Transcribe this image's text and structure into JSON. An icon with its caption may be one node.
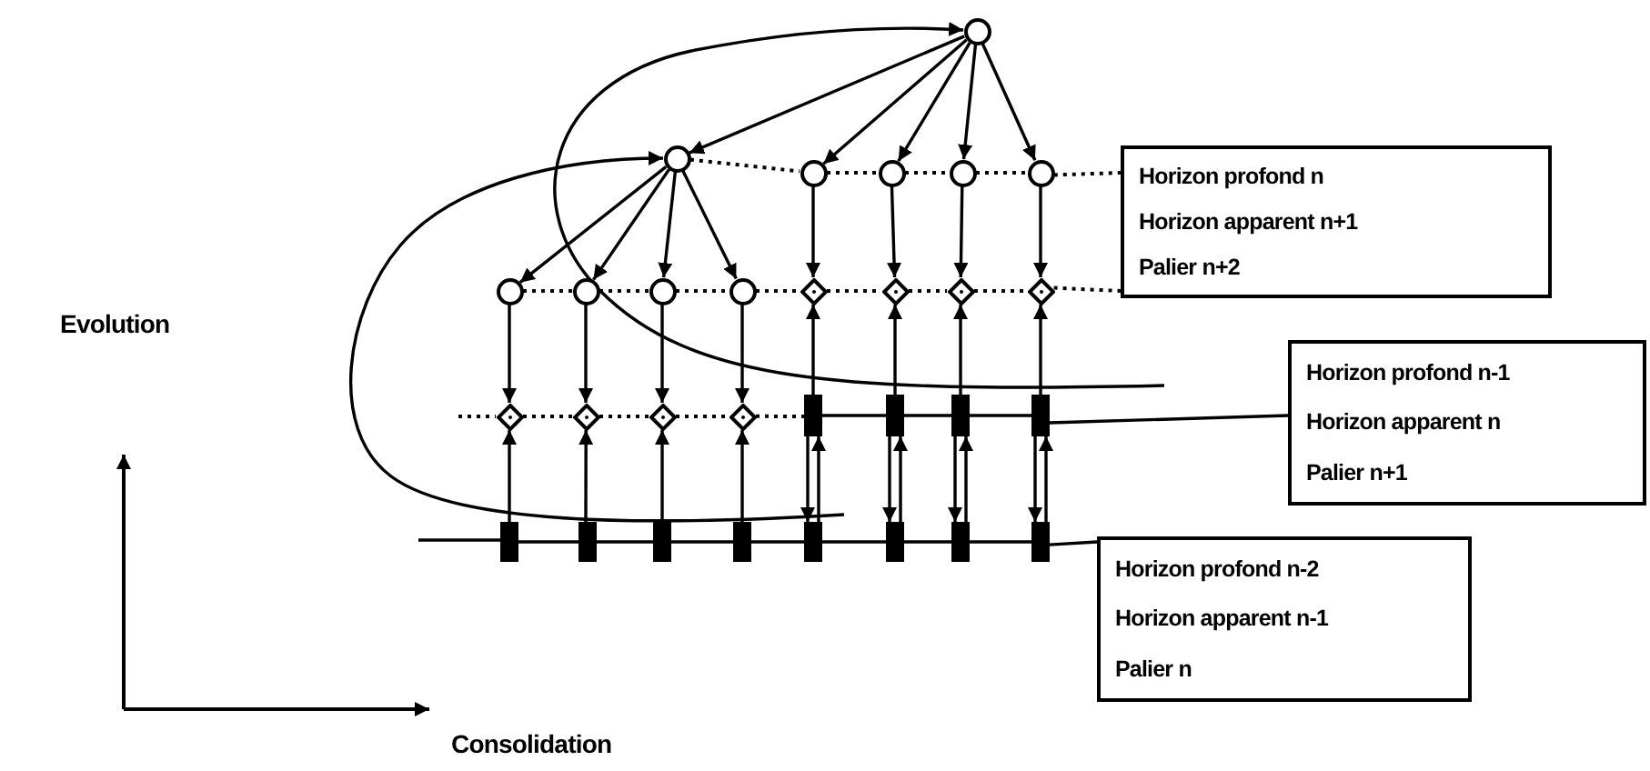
{
  "diagram": {
    "nodes": [
      {
        "text": [],
        "shape": "circle"
      },
      {
        "text": [],
        "shape": "circle"
      },
      {
        "text": [],
        "shape": "circle"
      },
      {
        "text": [],
        "shape": "circle"
      },
      {
        "text": [],
        "shape": "circle"
      },
      {
        "text": [],
        "shape": "circle"
      },
      {
        "text": [],
        "shape": "circle"
      },
      {
        "text": [],
        "shape": "circle"
      },
      {
        "text": [],
        "shape": "circle"
      },
      {
        "text": [],
        "shape": "circle"
      },
      {
        "text": [],
        "shape": "diamond"
      },
      {
        "text": [],
        "shape": "diamond"
      },
      {
        "text": [],
        "shape": "diamond"
      },
      {
        "text": [],
        "shape": "diamond"
      },
      {
        "text": [],
        "shape": "diamond"
      },
      {
        "text": [],
        "shape": "diamond"
      },
      {
        "text": [],
        "shape": "diamond"
      },
      {
        "text": [],
        "shape": "diamond"
      },
      {
        "text": [],
        "shape": "bar"
      },
      {
        "text": [],
        "shape": "bar"
      },
      {
        "text": [],
        "shape": "bar"
      },
      {
        "text": [],
        "shape": "bar"
      },
      {
        "text": [],
        "shape": "bar"
      },
      {
        "text": [],
        "shape": "bar"
      },
      {
        "text": [],
        "shape": "bar"
      },
      {
        "text": [],
        "shape": "bar"
      },
      {
        "text": [],
        "shape": "bar"
      },
      {
        "text": [],
        "shape": "bar"
      },
      {
        "text": [],
        "shape": "bar"
      },
      {
        "text": [],
        "shape": "bar"
      },
      {
        "text": [
          "Horizon profond n",
          "Horizon apparent n+1",
          "Palier n+2"
        ]
      },
      {
        "text": [
          "Horizon profond n-1",
          "Horizon apparent n",
          "Palier n+1"
        ]
      },
      {
        "text": [
          "Horizon profond n-2",
          "Horizon apparent n-1",
          "Palier n"
        ]
      }
    ],
    "edges": [
      {
        "from": 0,
        "to": 1,
        "arrow": "to"
      },
      {
        "from": 0,
        "to": 2,
        "arrow": "to"
      },
      {
        "from": 0,
        "to": 3,
        "arrow": "to"
      },
      {
        "from": 0,
        "to": 4,
        "arrow": "to"
      },
      {
        "from": 0,
        "to": 5,
        "arrow": "to"
      },
      {
        "from": 1,
        "to": 6,
        "arrow": "to"
      },
      {
        "from": 1,
        "to": 7,
        "arrow": "to"
      },
      {
        "from": 1,
        "to": 8,
        "arrow": "to"
      },
      {
        "from": 1,
        "to": 9,
        "arrow": "to"
      },
      {
        "from": 2,
        "to": 10,
        "arrow": "to"
      },
      {
        "from": 3,
        "to": 11,
        "arrow": "to"
      },
      {
        "from": 4,
        "to": 12,
        "arrow": "to"
      },
      {
        "from": 5,
        "to": 13,
        "arrow": "to"
      },
      {
        "from": 6,
        "to": 14,
        "arrow": "to"
      },
      {
        "from": 7,
        "to": 15,
        "arrow": "to"
      },
      {
        "from": 8,
        "to": 16,
        "arrow": "to"
      },
      {
        "from": 9,
        "to": 17,
        "arrow": "to"
      },
      {
        "from": 22,
        "to": 14,
        "arrow": "to"
      },
      {
        "from": 23,
        "to": 15,
        "arrow": "to"
      },
      {
        "from": 24,
        "to": 16,
        "arrow": "to"
      },
      {
        "from": 25,
        "to": 17,
        "arrow": "to"
      },
      {
        "from": 18,
        "to": 10,
        "arrow": "to"
      },
      {
        "from": 19,
        "to": 11,
        "arrow": "to"
      },
      {
        "from": 20,
        "to": 12,
        "arrow": "to"
      },
      {
        "from": 21,
        "to": 13,
        "arrow": "to"
      },
      {
        "from": 18,
        "to": 26,
        "arrow": "to"
      },
      {
        "from": 19,
        "to": 27,
        "arrow": "to"
      },
      {
        "from": 20,
        "to": 28,
        "arrow": "to"
      },
      {
        "from": 21,
        "to": 29,
        "arrow": "to"
      },
      {
        "from": 26,
        "to": 18,
        "arrow": "to"
      },
      {
        "from": 27,
        "to": 19,
        "arrow": "to"
      },
      {
        "from": 28,
        "to": 20,
        "arrow": "to"
      },
      {
        "from": 29,
        "to": 21,
        "arrow": "to"
      },
      {
        "from": 1,
        "to": 2,
        "arrow": "none",
        "style": "dashed"
      },
      {
        "from": 2,
        "to": 3,
        "arrow": "none",
        "style": "dashed"
      },
      {
        "from": 3,
        "to": 4,
        "arrow": "none",
        "style": "dashed"
      },
      {
        "from": 4,
        "to": 5,
        "arrow": "none",
        "style": "dashed"
      },
      {
        "from": 5,
        "to": 30,
        "arrow": "none",
        "style": "dashed"
      },
      {
        "from": 6,
        "to": 7,
        "arrow": "none",
        "style": "dashed"
      },
      {
        "from": 7,
        "to": 8,
        "arrow": "none",
        "style": "dashed"
      },
      {
        "from": 8,
        "to": 9,
        "arrow": "none",
        "style": "dashed"
      },
      {
        "from": 9,
        "to": 10,
        "arrow": "none",
        "style": "dashed"
      },
      {
        "from": 10,
        "to": 11,
        "arrow": "none",
        "style": "dashed"
      },
      {
        "from": 11,
        "to": 12,
        "arrow": "none",
        "style": "dashed"
      },
      {
        "from": 12,
        "to": 13,
        "arrow": "none",
        "style": "dashed"
      },
      {
        "from": 13,
        "to": 30,
        "arrow": "none",
        "style": "dashed"
      },
      {
        "from": null,
        "to": 14,
        "arrow": "none",
        "style": "dashed"
      },
      {
        "from": 14,
        "to": 15,
        "arrow": "none",
        "style": "dashed"
      },
      {
        "from": 15,
        "to": 16,
        "arrow": "none",
        "style": "dashed"
      },
      {
        "from": 16,
        "to": 17,
        "arrow": "none",
        "style": "dashed"
      },
      {
        "from": 17,
        "to": 18,
        "arrow": "none",
        "style": "dashed"
      },
      {
        "from": 18,
        "to": 19,
        "arrow": "none"
      },
      {
        "from": 19,
        "to": 20,
        "arrow": "none"
      },
      {
        "from": 20,
        "to": 21,
        "arrow": "none"
      },
      {
        "from": 21,
        "to": 31,
        "arrow": "none"
      },
      {
        "from": null,
        "to": 22,
        "arrow": "none"
      },
      {
        "from": 22,
        "to": 23,
        "arrow": "none"
      },
      {
        "from": 23,
        "to": 24,
        "arrow": "none"
      },
      {
        "from": 24,
        "to": 25,
        "arrow": "none"
      },
      {
        "from": 25,
        "to": 26,
        "arrow": "none"
      },
      {
        "from": 26,
        "to": 27,
        "arrow": "none"
      },
      {
        "from": 27,
        "to": 28,
        "arrow": "none"
      },
      {
        "from": 28,
        "to": 29,
        "arrow": "none"
      },
      {
        "from": 29,
        "to": 32,
        "arrow": "none"
      },
      {
        "from": null,
        "to": 1,
        "arrow": "to"
      },
      {
        "from": null,
        "to": 0,
        "arrow": "to"
      }
    ],
    "labels": [
      "Evolution",
      "Consolidation"
    ]
  }
}
